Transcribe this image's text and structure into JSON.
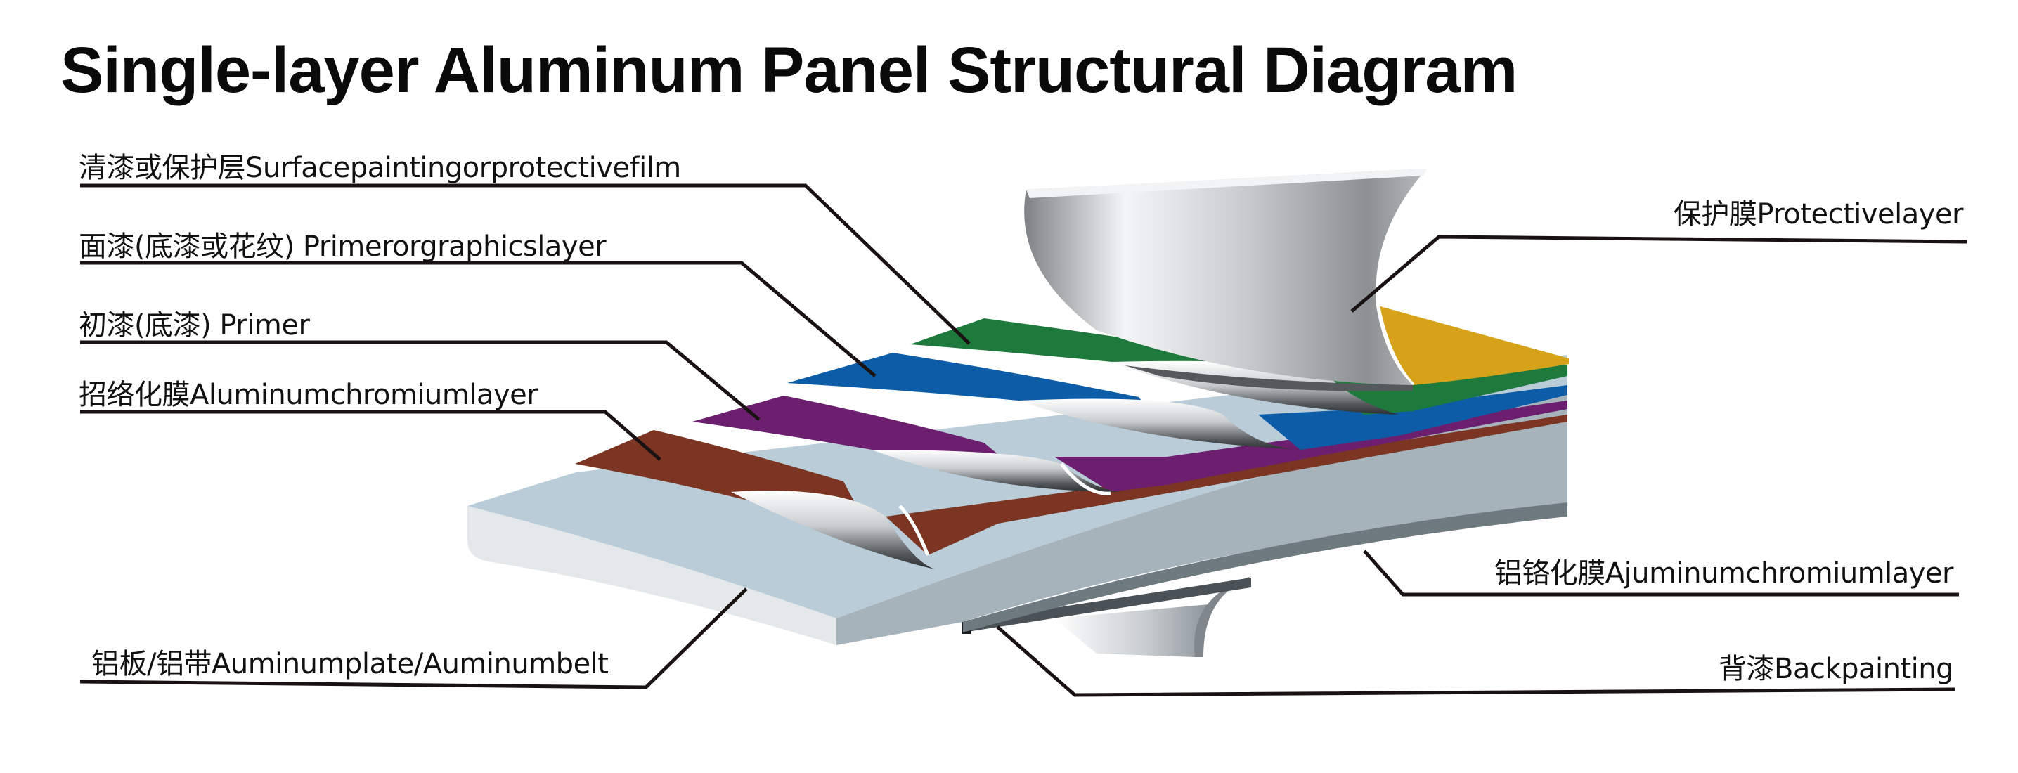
{
  "title": "Single-layer Aluminum Panel Structural Diagram",
  "labels_left": [
    {
      "id": "surface-painting",
      "text": "清漆或保护层Surfacepaintingorprotectivefilm"
    },
    {
      "id": "primer-or-graphics",
      "text": "面漆(底漆或花纹) Primerorgraphicslayer"
    },
    {
      "id": "primer",
      "text": "初漆(底漆) Primer"
    },
    {
      "id": "aluminum-chromium",
      "text": "招络化膜Aluminumchromiumlayer"
    },
    {
      "id": "aluminum-plate",
      "text": "铝板/铝带Auminumplate/Auminumbelt"
    }
  ],
  "labels_right": [
    {
      "id": "protective-layer",
      "text": "保护膜Protectivelayer"
    },
    {
      "id": "back-chromium",
      "text": "铝铬化膜Ajuminumchromiumlayer"
    },
    {
      "id": "back-painting",
      "text": "背漆Backpainting"
    }
  ],
  "colors": {
    "surface": "#1d7a3c",
    "graphics": "#0d5ca8",
    "primer": "#6b1f6e",
    "chromium": "#7b3522",
    "protective": "#d6a21a",
    "plate_top": "#b9ccd8",
    "plate_front": "#e4e8ea",
    "plate_side": "#a6b3bb",
    "leader": "#1a1212"
  }
}
